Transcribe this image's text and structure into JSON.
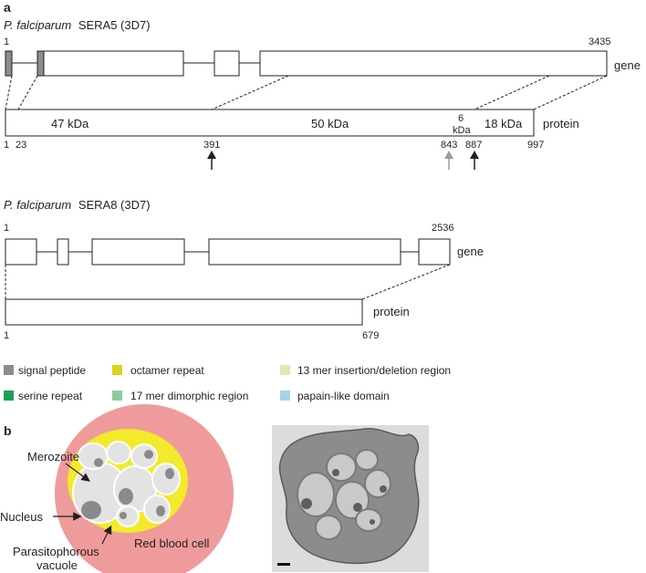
{
  "panel_a": {
    "label": "a",
    "sera5": {
      "title_species": "P. falciparum",
      "title_gene": "SERA5 (3D7)",
      "gene_start": "1",
      "gene_end": "3435",
      "gene_label": "gene",
      "protein_label": "protein",
      "fragments": {
        "p47": "47 kDa",
        "p50": "50 kDa",
        "p6_top": "6",
        "p6_bottom": "kDa",
        "p18": "18 kDa"
      },
      "positions": [
        "1",
        "23",
        "391",
        "843",
        "887",
        "997"
      ]
    },
    "sera8": {
      "title_species": "P. falciparum",
      "title_gene": "SERA8 (3D7)",
      "gene_start": "1",
      "gene_end": "2536",
      "gene_label": "gene",
      "protein_label": "protein",
      "protein_start": "1",
      "protein_end": "679"
    }
  },
  "legend": [
    {
      "label": "signal peptide",
      "color": "#8c8c8c"
    },
    {
      "label": "octamer repeat",
      "color": "#d7d51e"
    },
    {
      "label": "13 mer insertion/deletion region",
      "color": "#d9ecb5"
    },
    {
      "label": "serine repeat",
      "color": "#1aa05a"
    },
    {
      "label": "17 mer dimorphic region",
      "color": "#8ccc9c"
    },
    {
      "label": "papain-like domain",
      "color": "#a6d3ea"
    }
  ],
  "colors": {
    "papain": "#a6d3ea",
    "signal": "#8c8c8c",
    "octamer": "#d7d51e",
    "serine": "#1aa05a",
    "dimorphic": "#8ccc9c",
    "indel": "#d9ecb5",
    "rbc": "#ef9b9b",
    "vacuole": "#f2ea2a",
    "merozoite": "#e3e3e3",
    "nucleus": "#8a8a8a",
    "gray_arrow": "#9a9a9a"
  },
  "panel_b": {
    "label": "b",
    "merozoite": "Merozoite",
    "nucleus": "Nucleus",
    "vacuole_line1": "Parasitophorous",
    "vacuole_line2": "vacuole",
    "rbc": "Red blood cell"
  }
}
